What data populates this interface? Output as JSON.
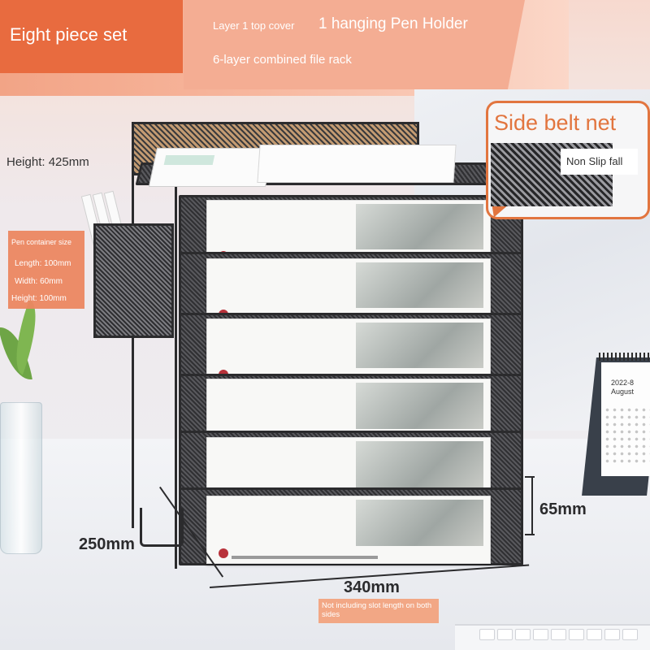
{
  "banner": {
    "set_label": "Eight piece set",
    "top_cover": "Layer 1 top cover",
    "pen_holder": "1 hanging Pen Holder",
    "file_rack": "6-layer combined file rack"
  },
  "specs": {
    "height": "Height: 425mm",
    "depth": "250mm",
    "width": "340mm",
    "layer_gap": "65mm",
    "width_note": "Not including slot length on both sides"
  },
  "pen_container": {
    "title": "Pen container size",
    "length": "Length: 100mm",
    "width": "Width: 60mm",
    "height": "Height: 100mm"
  },
  "callout": {
    "title": "Side belt net",
    "detail": "Non Slip fall"
  },
  "calendar": {
    "date": "2022-8",
    "month": "August"
  },
  "colors": {
    "accent": "#e86b3f",
    "rack": "#2b2b2d"
  }
}
